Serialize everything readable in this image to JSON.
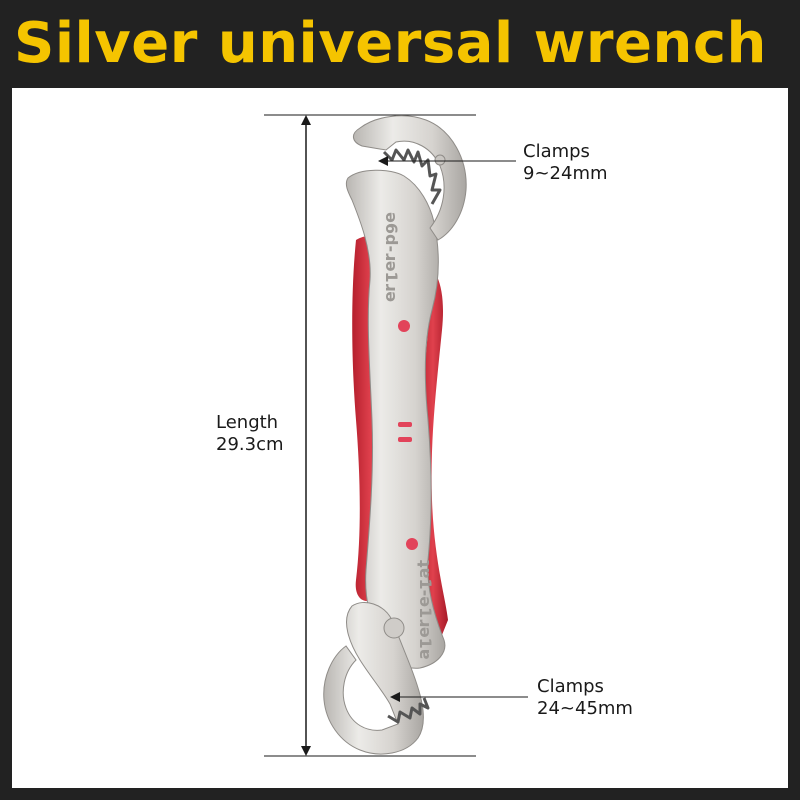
{
  "title": "Silver universal wrench",
  "annotations": {
    "length": {
      "label": "Length",
      "value": "29.3cm"
    },
    "top_clamp": {
      "label": "Clamps",
      "value": "9~24mm"
    },
    "bottom_clamp": {
      "label": "Clamps",
      "value": "24~45mm"
    }
  },
  "product": {
    "handle_marking_upper": "ə6d-ɹə1ɹə",
    "handle_marking_lower": "ʇɐ1-ə1ɹə1ɐ",
    "colors": {
      "steel": "#d9d6d2",
      "grip": "#d8323f",
      "title": "#f5c400",
      "background": "#222222"
    }
  }
}
